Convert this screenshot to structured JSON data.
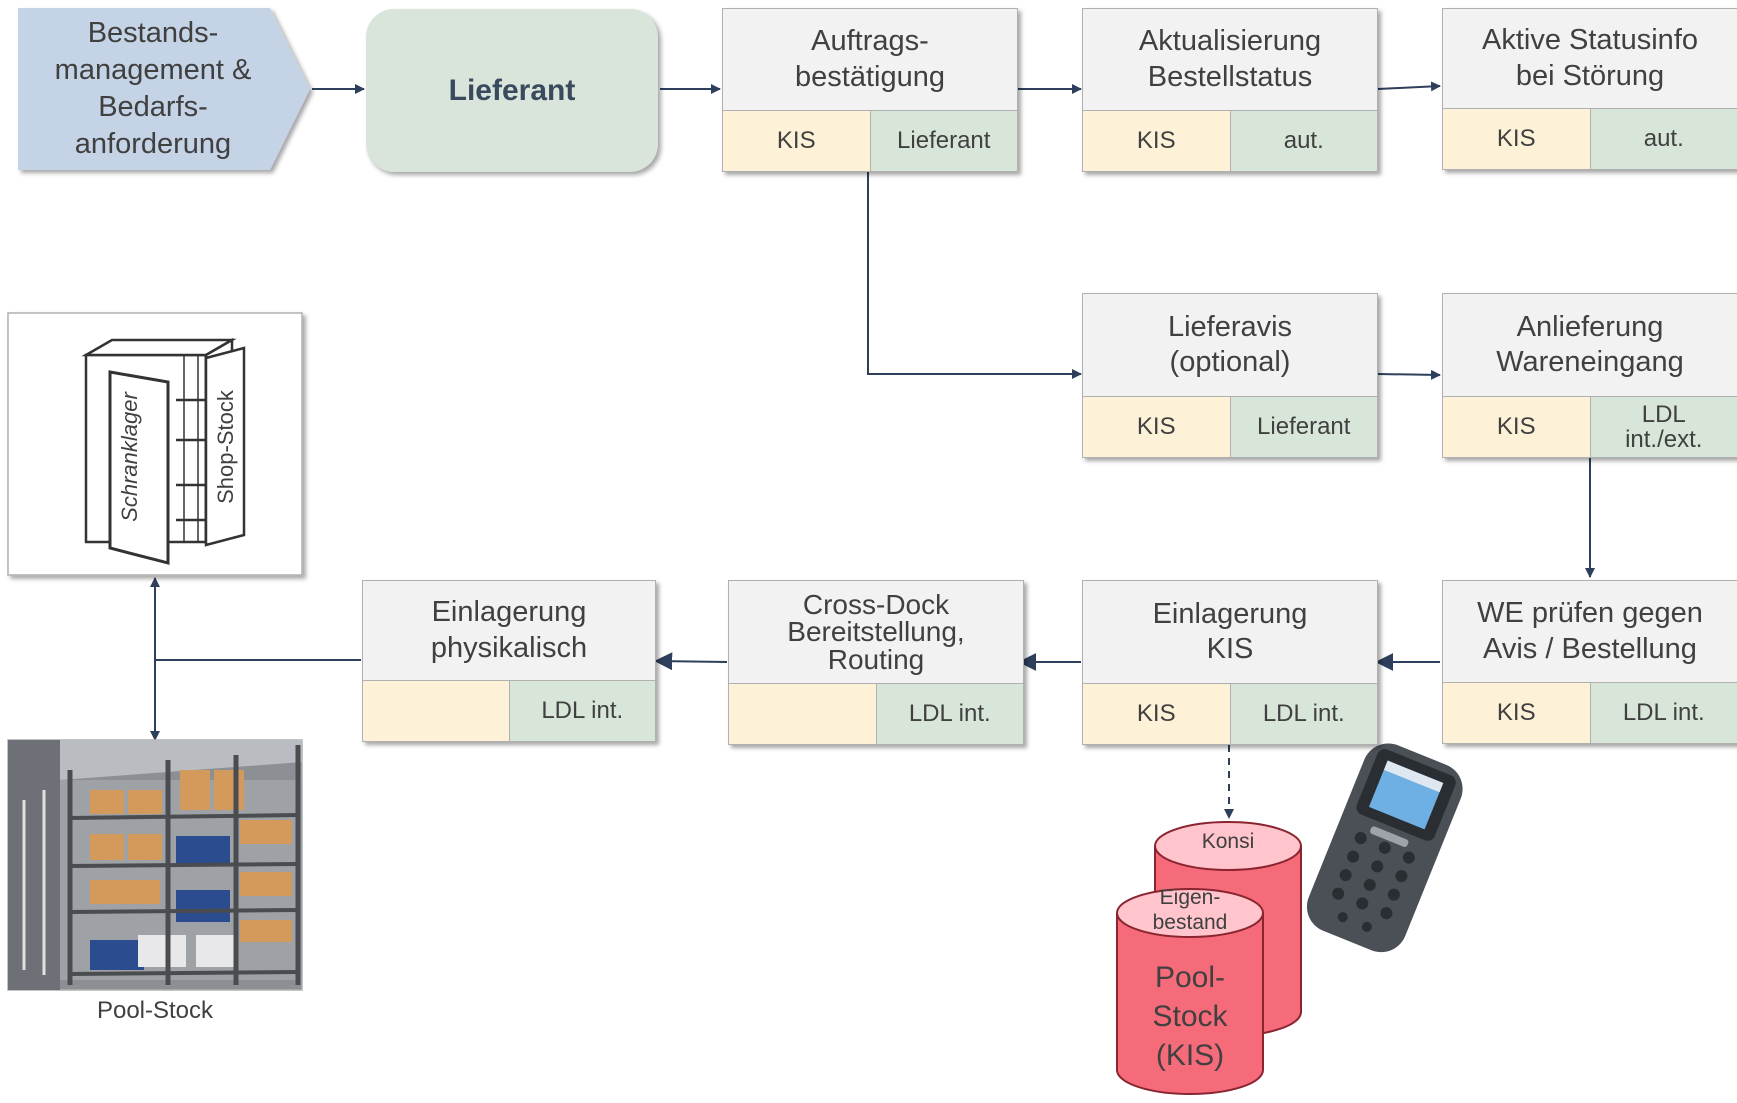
{
  "start_node": {
    "label": "Bestands-\nmanagement &\nBedarfs-\nanforderung"
  },
  "supplier_node": {
    "label": "Lieferant"
  },
  "process_steps": [
    {
      "id": "auftrag",
      "title": "Auftrags-\nbestätigung",
      "left": "KIS",
      "right": "Lieferant"
    },
    {
      "id": "aktualisierung",
      "title": "Aktualisierung\nBestellstatus",
      "left": "KIS",
      "right": "aut."
    },
    {
      "id": "statusinfo",
      "title": "Aktive Statusinfo\nbei Störung",
      "left": "KIS",
      "right": "aut."
    },
    {
      "id": "lieferavis",
      "title": "Lieferavis\n(optional)",
      "left": "KIS",
      "right": "Lieferant"
    },
    {
      "id": "anlieferung",
      "title": "Anlieferung\nWareneingang",
      "left": "KIS",
      "right": "LDL\nint./ext."
    },
    {
      "id": "we-pruefen",
      "title": "WE prüfen gegen\nAvis / Bestellung",
      "left": "KIS",
      "right": "LDL int."
    },
    {
      "id": "einlagerung-kis",
      "title": "Einlagerung\nKIS",
      "left": "KIS",
      "right": "LDL int."
    },
    {
      "id": "cross-dock",
      "title": "Cross-Dock\nBereitstellung,\nRouting",
      "left": "",
      "right": "LDL int."
    },
    {
      "id": "einlagerung-phys",
      "title": "Einlagerung\nphysikalisch",
      "left": "",
      "right": "LDL int."
    }
  ],
  "cabinet_image": {
    "label_left": "Schranklager",
    "label_right": "Shop-Stock"
  },
  "shelf_image": {
    "caption": "Pool-Stock"
  },
  "database": {
    "back_label": "Konsi",
    "front_top_label": "Eigen-\nbestand",
    "front_main_label": "Pool-\nStock\n(KIS)"
  },
  "colors": {
    "kis_cell": "#fdf1d8",
    "actor_cell": "#d8e6d9",
    "chevron": "#c5d3e6",
    "supplier": "#d9e4db",
    "connector": "#2e3f5c",
    "database": "#f56b7a"
  }
}
